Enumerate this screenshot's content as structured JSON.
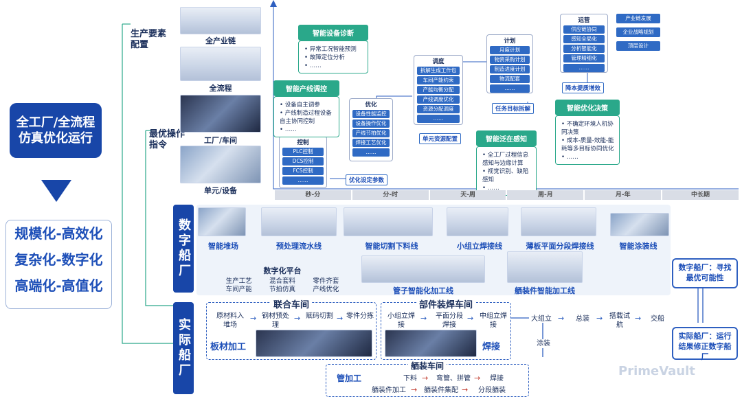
{
  "left": {
    "title": "全工厂/全流程仿真优化运行",
    "goals": [
      "规模化-高效化",
      "复杂化-数字化",
      "高端化-高值化"
    ]
  },
  "pyramid": {
    "levels": [
      "全产业链",
      "全流程",
      "工厂/车间",
      "单元/设备"
    ],
    "side_top": "生产要素配置",
    "side_mid": "最优操作指令"
  },
  "time_axis": [
    "秒-分",
    "分-时",
    "天-周",
    "周-月",
    "月-年",
    "中长期"
  ],
  "groups": {
    "control": {
      "title": "控制",
      "items": [
        "PLC控制",
        "DCS控制",
        "FCS控制",
        "……"
      ]
    },
    "optimize": {
      "title": "优化",
      "items": [
        "设备性能监控",
        "设备操作优化",
        "产线节拍优化",
        "焊接工艺优化",
        "……"
      ]
    },
    "schedule": {
      "title": "调度",
      "items": [
        "拆解生成工作包",
        "车间产能约束",
        "产能均衡分配",
        "产线调度优化",
        "资源分配调度",
        "……"
      ]
    },
    "plan": {
      "title": "计划",
      "items": [
        "月度计划",
        "物资采购计划",
        "制造进度计划",
        "物流配套",
        "……"
      ]
    },
    "operate": {
      "title": "运营",
      "items": [
        "供应链协同",
        "感知全局化",
        "分析智能化",
        "管理精细化",
        "……"
      ]
    },
    "strategy": [
      "产业链发展",
      "企业战略规划",
      "顶层设计"
    ]
  },
  "labels": {
    "opt_param": "优化设定参数",
    "unit_resource": "单元资源配置",
    "task_decomp": "任务目标拆解",
    "cost_eff": "降本提质增效"
  },
  "teal": [
    {
      "title": "智能设备诊断",
      "items": [
        "异常工况智能预测",
        "故障定位分析",
        "……"
      ]
    },
    {
      "title": "智能产线调控",
      "items": [
        "设备自主调参",
        "产线制造过程设备自主协同控制",
        "……"
      ]
    },
    {
      "title": "智能泛在感知",
      "items": [
        "全工厂过程信息感知与边缘计算",
        "视觉识别、缺陷感知",
        "……"
      ]
    },
    {
      "title": "智能优化决策",
      "items": [
        "不确定环境人机协同决策",
        "成本-质量-效能-能耗等多目标协同优化",
        "……"
      ]
    }
  ],
  "digital": {
    "side": "数字船厂",
    "lines": [
      "智能堆场",
      "预处理流水线",
      "智能切割下料线",
      "小组立焊接线",
      "薄板平面分段焊接线",
      "智能涂装线"
    ],
    "platform_title": "数字化平台",
    "platform_items": [
      "生产工艺",
      "混合套料",
      "零件齐套",
      "车间产能",
      "节拍仿真",
      "产线优化"
    ],
    "lines2": [
      "管子智能化加工线",
      "舾装件智能加工线"
    ]
  },
  "real": {
    "side": "实际船厂",
    "shop1": {
      "title": "联合车间",
      "flow": [
        "原材料入堆场",
        "钢材预处理",
        "赋码切割",
        "零件分拣"
      ],
      "tag": "板材加工"
    },
    "shop2": {
      "title": "部件装焊车间",
      "flow": [
        "小组立焊接",
        "平面分段焊接",
        "中组立焊接"
      ],
      "tag": "焊接"
    },
    "after": [
      "大组立",
      "总装",
      "搭载试航",
      "交船"
    ],
    "coat": "涂装",
    "shop3": {
      "title": "舾装车间",
      "tag": "管加工",
      "row1": [
        "下料",
        "弯管、拼管",
        "焊接"
      ],
      "row2": [
        "舾装件加工",
        "舾装件集配",
        "分段舾装"
      ]
    }
  },
  "right": {
    "box1": "数字船厂：寻找最优可能性",
    "box2": "实际船厂：运行结果修正数字船厂"
  },
  "watermark": "PrimeVault"
}
